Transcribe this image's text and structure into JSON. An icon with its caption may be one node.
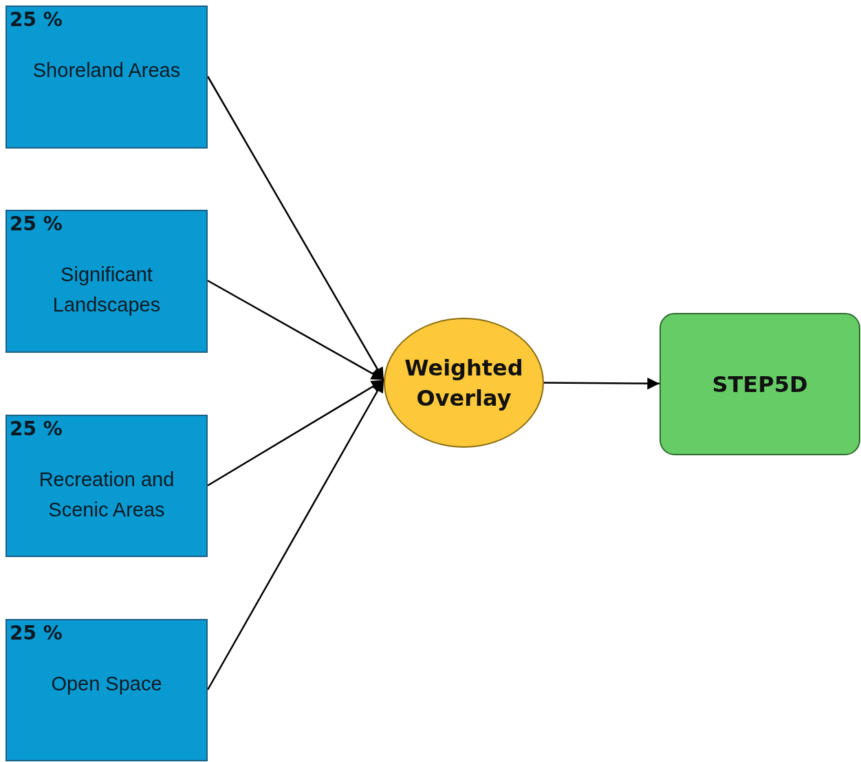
{
  "diagram": {
    "nodes": [
      {
        "text": [
          "25 %",
          "Shoreland Areas"
        ]
      },
      {
        "text": [
          "25 %",
          "Significant Landscapes"
        ]
      },
      {
        "text": [
          "25 %",
          "Recreation and Scenic Areas"
        ]
      },
      {
        "text": [
          "25 %",
          "Open Space"
        ]
      },
      {
        "text": [
          "Weighted Overlay"
        ]
      },
      {
        "text": [
          "STEP5D"
        ]
      }
    ],
    "edges": [
      {
        "from": 0,
        "to": 4,
        "arrow": "to"
      },
      {
        "from": 1,
        "to": 4,
        "arrow": "to"
      },
      {
        "from": 2,
        "to": 4,
        "arrow": "to"
      },
      {
        "from": 3,
        "to": 4,
        "arrow": "to"
      },
      {
        "from": 4,
        "to": 5,
        "arrow": "to"
      }
    ]
  }
}
